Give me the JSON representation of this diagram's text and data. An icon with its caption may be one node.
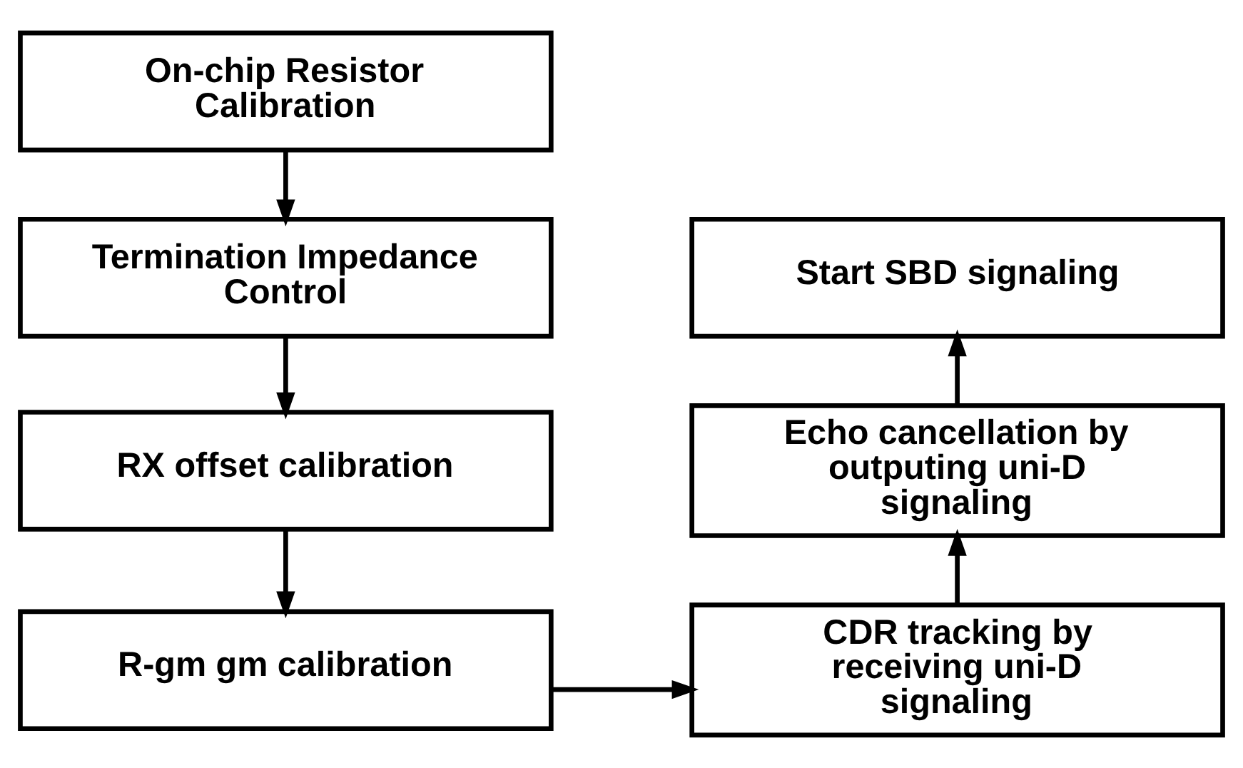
{
  "diagram": {
    "nodes": [
      {
        "text": [
          "On-chip Resistor Calibration"
        ]
      },
      {
        "text": [
          "Termination Impedance Control"
        ]
      },
      {
        "text": [
          "RX offset calibration"
        ]
      },
      {
        "text": [
          "R-gm gm calibration"
        ]
      },
      {
        "text": [
          "Start SBD signaling"
        ]
      },
      {
        "text": [
          "Echo cancellation by outputing uni-D signaling"
        ]
      },
      {
        "text": [
          "CDR tracking by receiving uni-D signaling"
        ]
      }
    ],
    "edges": [
      {
        "from": 0,
        "to": 1,
        "arrow": "to"
      },
      {
        "from": 1,
        "to": 2,
        "arrow": "to"
      },
      {
        "from": 2,
        "to": 3,
        "arrow": "to"
      },
      {
        "from": 3,
        "to": 6,
        "arrow": "to"
      },
      {
        "from": 6,
        "to": 5,
        "arrow": "to"
      },
      {
        "from": 5,
        "to": 4,
        "arrow": "to"
      }
    ]
  }
}
